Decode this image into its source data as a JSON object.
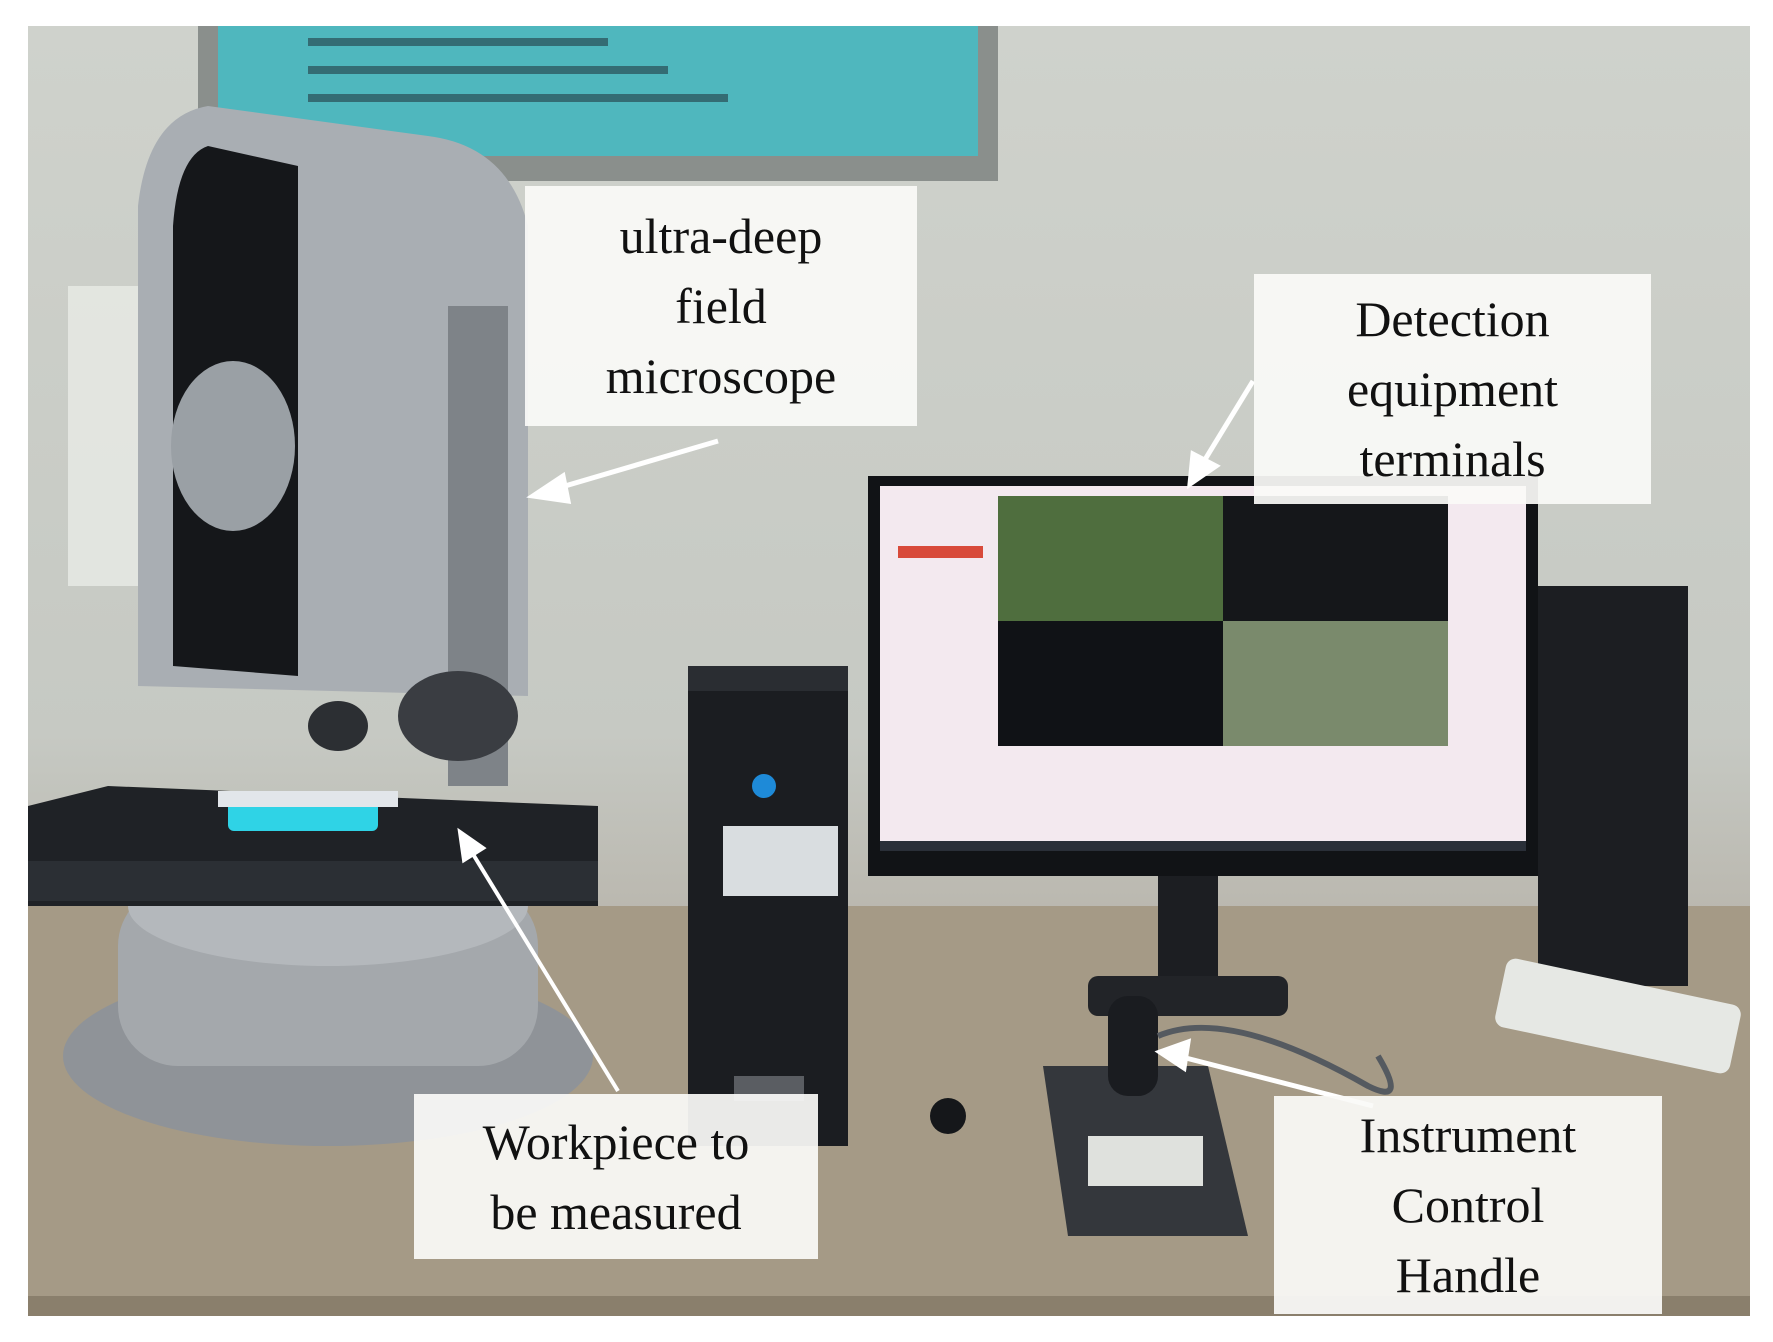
{
  "labels": {
    "microscope": "ultra-deep\nfield\nmicroscope",
    "terminals": "Detection\nequipment\nterminals",
    "workpiece": "Workpiece to\nbe measured",
    "handle": "Instrument\nControl\nHandle"
  },
  "colors": {
    "wall": "#c8cbc5",
    "desk": "#a59a86",
    "poster": "#4fb7be",
    "microscope_body": "#9ea3a8",
    "stage_glow": "#2fd3e6",
    "monitor_screen": "#f3e9ef",
    "label_bg": "#f8f8f6"
  },
  "icons": [
    "power-icon"
  ]
}
